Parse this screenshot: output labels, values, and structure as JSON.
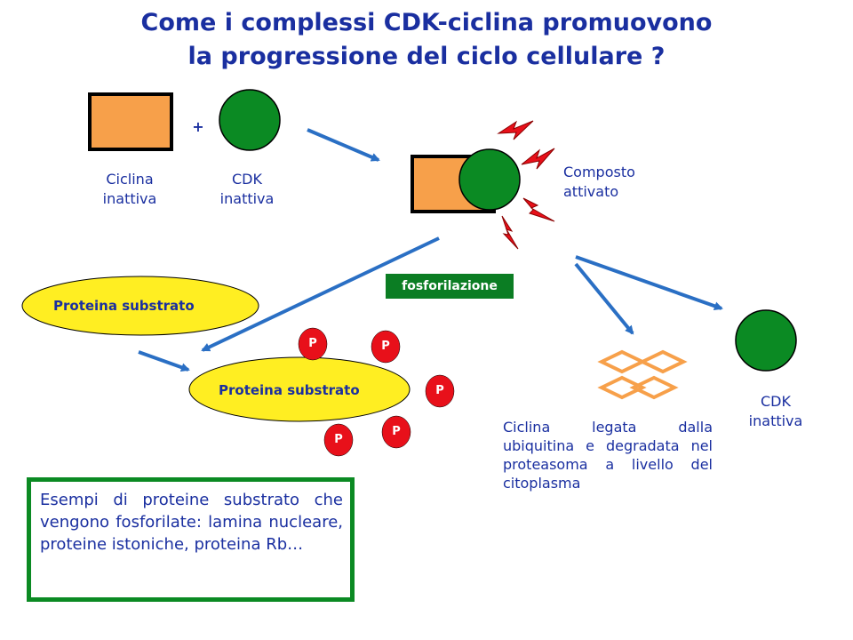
{
  "title": {
    "line1": "Come i complessi CDK-ciclina promuovono",
    "line2": "la progressione del ciclo  cellulare ?"
  },
  "plus_sign": "+",
  "ciclina_inattiva": {
    "line1": "Ciclina",
    "line2": "inattiva"
  },
  "cdk_inattiva_top": {
    "line1": "CDK",
    "line2": "inattiva"
  },
  "composto_attivato": {
    "line1": "Composto",
    "line2": "attivato"
  },
  "fosforilazione": "fosforilazione",
  "proteina_substrato_1": "Proteina substrato",
  "proteina_substrato_2": "Proteina substrato",
  "phosphate_label": "P",
  "degradation_text": "Ciclina legata dalla ubiquitina e degradata nel proteasoma a livello del citoplasma",
  "cdk_inattiva_right": {
    "line1": "CDK",
    "line2": "inattiva"
  },
  "examples_box": "Esempi di proteine substrato che vengono fosforilate: lamina nucleare, proteine istoniche, proteina Rb…",
  "colors": {
    "title_blue": "#1a2fa0",
    "cyclin_orange": "#f7a04a",
    "cdk_green": "#0b8a23",
    "substrate_yellow": "#ffee22",
    "phosphate_red": "#e8101a",
    "arrow_blue": "#2a6fc4",
    "ubiquitin_orange": "#f7a04a",
    "fosfo_box_green": "#0b7d23"
  },
  "icons": [
    "lightning-bolt-icon",
    "ubiquitin-diamond-icon",
    "arrow-icon"
  ]
}
